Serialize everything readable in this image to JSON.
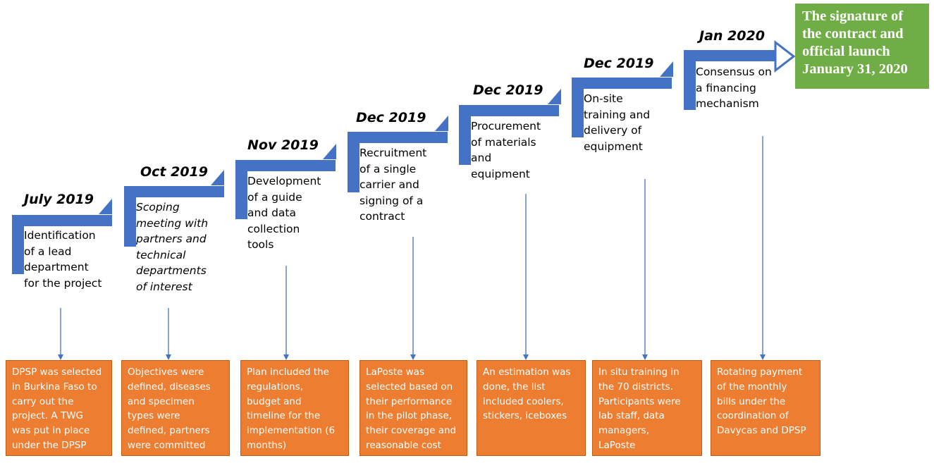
{
  "colors": {
    "arrow": "#4472c4",
    "box": "#ed7d31",
    "final": "#70ad47"
  },
  "steps": [
    {
      "date": "July 2019",
      "lines": [
        "Identification",
        "of a lead",
        "department",
        "for the project"
      ],
      "italic": false,
      "details": [
        "DPSP was selected",
        "in Burkina Faso to",
        "carry out the",
        "project. A TWG",
        "was put in place",
        "under the DPSP"
      ]
    },
    {
      "date": "Oct 2019",
      "lines": [
        "Scoping",
        "meeting with",
        "partners and",
        "technical",
        "departments",
        "of interest"
      ],
      "italic": true,
      "details": [
        "Objectives were",
        "defined, diseases",
        "and specimen",
        "types were",
        "defined, partners",
        "were committed"
      ]
    },
    {
      "date": "Nov 2019",
      "lines": [
        "Development",
        "of a guide",
        "and data",
        "collection",
        "tools"
      ],
      "italic": false,
      "details": [
        "Plan included the",
        "regulations,",
        "budget and",
        "timeline for the",
        "implementation (6",
        "months)"
      ]
    },
    {
      "date": "Dec 2019",
      "lines": [
        "Recruitment",
        "of a single",
        "carrier and",
        "signing of a",
        "contract"
      ],
      "italic": false,
      "details": [
        "LaPoste was",
        "selected based on",
        "their performance",
        "in the pilot phase,",
        "their coverage and",
        "reasonable cost"
      ]
    },
    {
      "date": "Dec 2019",
      "lines": [
        "Procurement",
        "of materials",
        "and",
        "equipment"
      ],
      "italic": false,
      "details": [
        "An estimation was",
        "done, the list",
        "included coolers,",
        "stickers, iceboxes"
      ]
    },
    {
      "date": "Dec 2019",
      "lines": [
        "On-site",
        "training and",
        "delivery of",
        "equipment"
      ],
      "italic": false,
      "details": [
        "In situ training in",
        "the 70 districts.",
        "Participants were",
        "lab staff, data",
        "managers,",
        "LaPoste"
      ]
    },
    {
      "date": "Jan 2020",
      "lines": [
        "Consensus on",
        "a financing",
        "mechanism"
      ],
      "italic": false,
      "details": [
        "Rotating payment",
        "of the monthly",
        "bills under the",
        "coordination of",
        "Davycas and DPSP"
      ]
    }
  ],
  "final": {
    "lines": [
      "The signature of",
      "the contract and",
      "official launch",
      "January 31, 2020"
    ]
  }
}
